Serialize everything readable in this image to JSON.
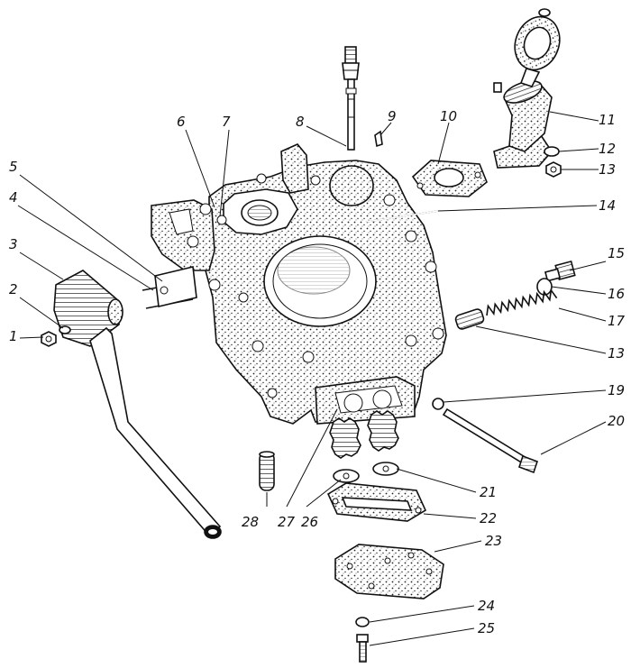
{
  "diagram": {
    "callouts": [
      {
        "id": "1",
        "label": "1"
      },
      {
        "id": "2",
        "label": "2"
      },
      {
        "id": "3",
        "label": "3"
      },
      {
        "id": "4",
        "label": "4"
      },
      {
        "id": "5",
        "label": "5"
      },
      {
        "id": "6",
        "label": "6"
      },
      {
        "id": "7",
        "label": "7"
      },
      {
        "id": "8",
        "label": "8"
      },
      {
        "id": "9",
        "label": "9"
      },
      {
        "id": "10",
        "label": "10"
      },
      {
        "id": "11",
        "label": "11"
      },
      {
        "id": "12",
        "label": "12"
      },
      {
        "id": "13",
        "label": "13"
      },
      {
        "id": "14",
        "label": "14"
      },
      {
        "id": "15",
        "label": "15"
      },
      {
        "id": "16",
        "label": "16"
      },
      {
        "id": "17",
        "label": "17"
      },
      {
        "id": "18",
        "label": "13"
      },
      {
        "id": "19",
        "label": "19"
      },
      {
        "id": "20",
        "label": "20"
      },
      {
        "id": "21",
        "label": "21"
      },
      {
        "id": "22",
        "label": "22"
      },
      {
        "id": "23",
        "label": "23"
      },
      {
        "id": "24",
        "label": "24"
      },
      {
        "id": "25",
        "label": "25"
      },
      {
        "id": "26",
        "label": "26"
      },
      {
        "id": "27",
        "label": "27"
      },
      {
        "id": "28",
        "label": "28"
      }
    ]
  }
}
